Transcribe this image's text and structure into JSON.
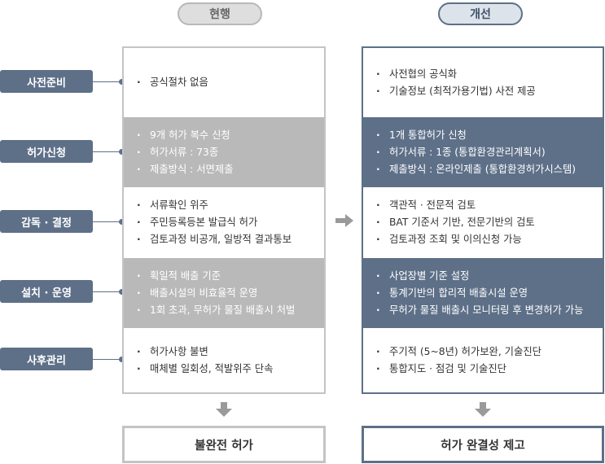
{
  "header": {
    "current_label": "현행",
    "improved_label": "개선"
  },
  "stages": [
    {
      "label": "사전준비"
    },
    {
      "label": "허가신청"
    },
    {
      "label": "감독 · 결정"
    },
    {
      "label": "설치 · 운영"
    },
    {
      "label": "사후관리"
    }
  ],
  "current": {
    "rows": [
      {
        "items": [
          "공식절차 없음"
        ]
      },
      {
        "items": [
          "9개 허가 복수 신청",
          "허가서류 : 73종",
          "제출방식 : 서면제출"
        ]
      },
      {
        "items": [
          "서류확인 위주",
          "주민등록등본 발급식 허가",
          "검토과정 비공개, 일방적 결과통보"
        ]
      },
      {
        "items": [
          "획일적 배출 기준",
          "배출시설의 비효율적 운영",
          "1회 초과, 무허가 물질 배출시 처벌"
        ]
      },
      {
        "items": [
          "허가사항 불변",
          "매체별 일회성, 적발위주 단속"
        ]
      }
    ],
    "result": "불완전 허가"
  },
  "improved": {
    "rows": [
      {
        "items": [
          "사전협의 공식화",
          "기술정보 (최적가용기법) 사전 제공"
        ]
      },
      {
        "items": [
          "1개 통합허가 신청",
          "허가서류 : 1종 (통합환경관리계획서)",
          "제출방식 : 온라인제출 (통합환경허가시스템)"
        ]
      },
      {
        "items": [
          "객관적 · 전문적 검토",
          "BAT 기준서 기반, 전문기반의 검토",
          "검토과정 조회 및 이의신청 가능"
        ]
      },
      {
        "items": [
          "사업장별 기준 설정",
          "통계기반의 합리적 배출시설 운영",
          "무허가 물질 배출시 모니터링 후 변경허가 가능"
        ]
      },
      {
        "items": [
          "주기적 (5~8년) 허가보완, 기술진단",
          "통합지도 · 점검 및 기술진단"
        ]
      }
    ],
    "result": "허가 완결성 제고"
  },
  "colors": {
    "navy": "#5e7088",
    "gray_border": "#c4c4c4",
    "gray_fill": "#b9b9b9"
  }
}
